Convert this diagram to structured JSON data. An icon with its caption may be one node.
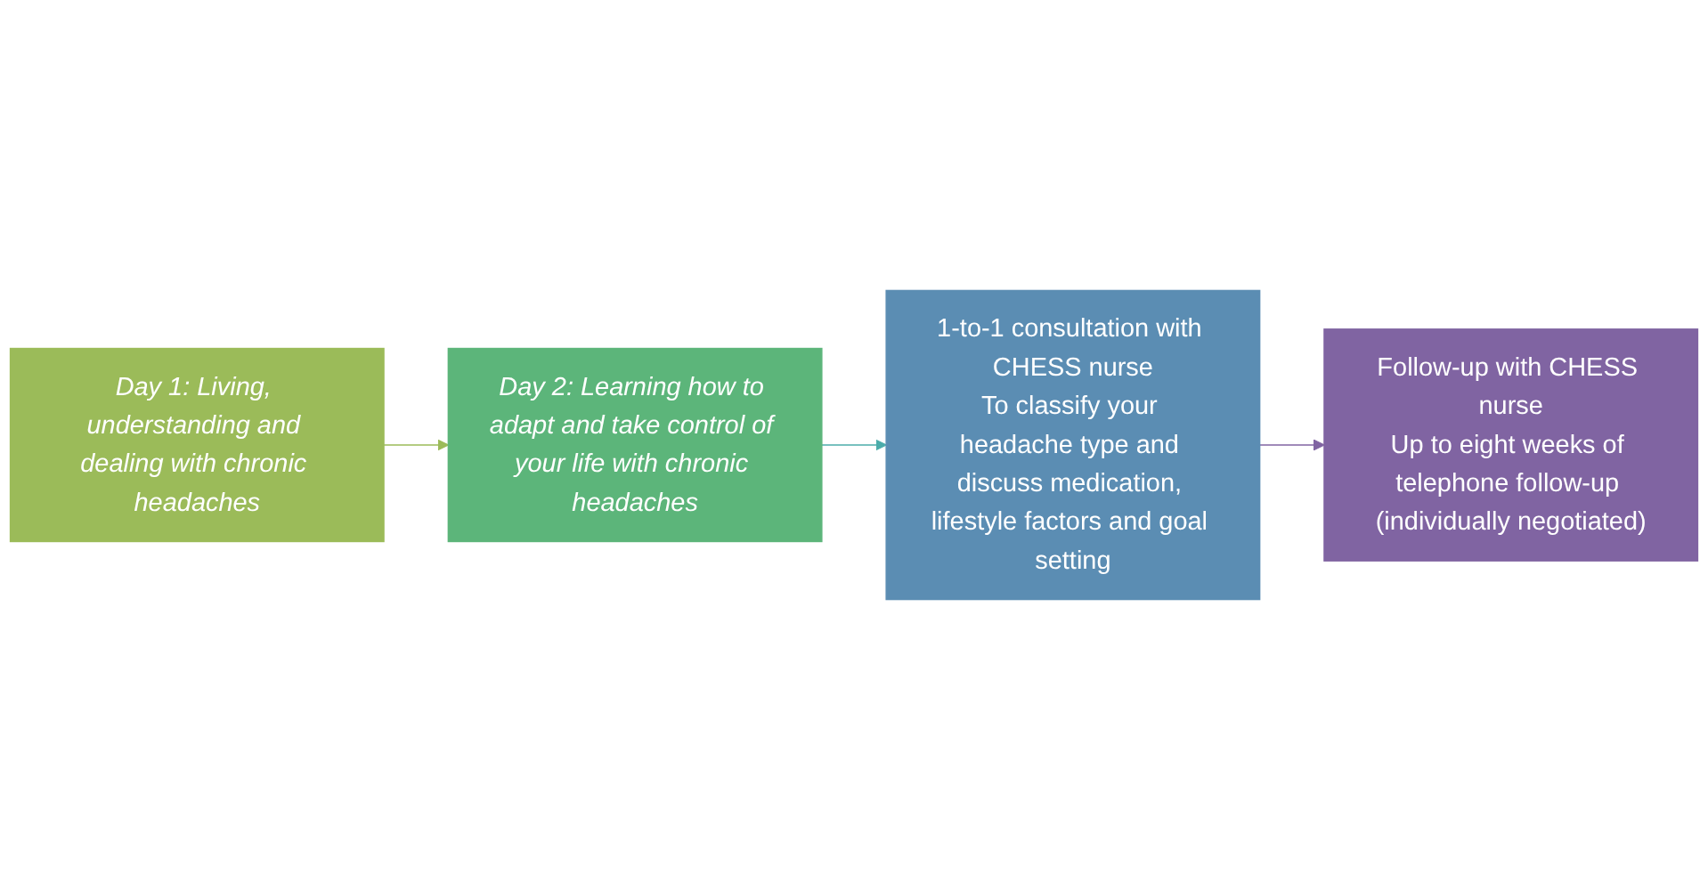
{
  "diagram": {
    "nodes": [
      {
        "text": [
          "Day 1: Living, understanding and dealing with chronic headaches"
        ]
      },
      {
        "text": [
          "Day 2: Learning how to adapt and take control of your life with chronic headaches"
        ]
      },
      {
        "text": [
          "1-to-1 consultation with CHESS nurse",
          "To classify your headache type and discuss medication, lifestyle factors and goal setting"
        ]
      },
      {
        "text": [
          "Follow-up with CHESS nurse",
          "Up to eight weeks of telephone follow-up (individually negotiated)"
        ]
      }
    ],
    "edges": [
      {
        "from": 0,
        "to": 1,
        "arrow": "to",
        "color": "#9bbb59"
      },
      {
        "from": 1,
        "to": 2,
        "arrow": "to",
        "color": "#4bacaa"
      },
      {
        "from": 2,
        "to": 3,
        "arrow": "to",
        "color": "#8064a2"
      }
    ]
  }
}
